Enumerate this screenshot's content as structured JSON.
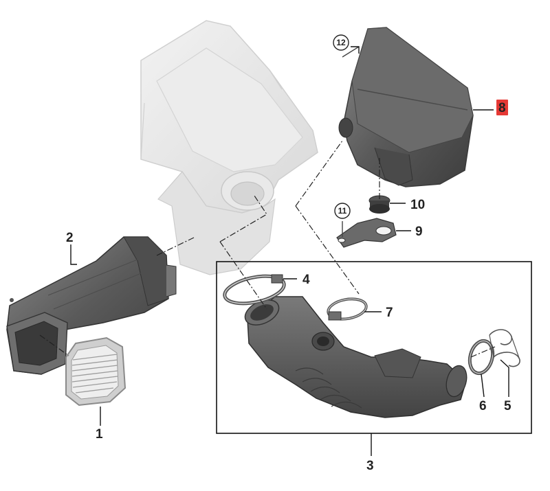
{
  "callouts": {
    "c1": "1",
    "c2": "2",
    "c3": "3",
    "c4": "4",
    "c5": "5",
    "c6": "6",
    "c7": "7",
    "c8": "8",
    "c9": "9",
    "c10": "10",
    "c11": "11",
    "c12": "12"
  },
  "colors": {
    "highlight": "#e53935",
    "part_dark": "#5e5e5e",
    "part_ghost": "#e6e6e6"
  }
}
